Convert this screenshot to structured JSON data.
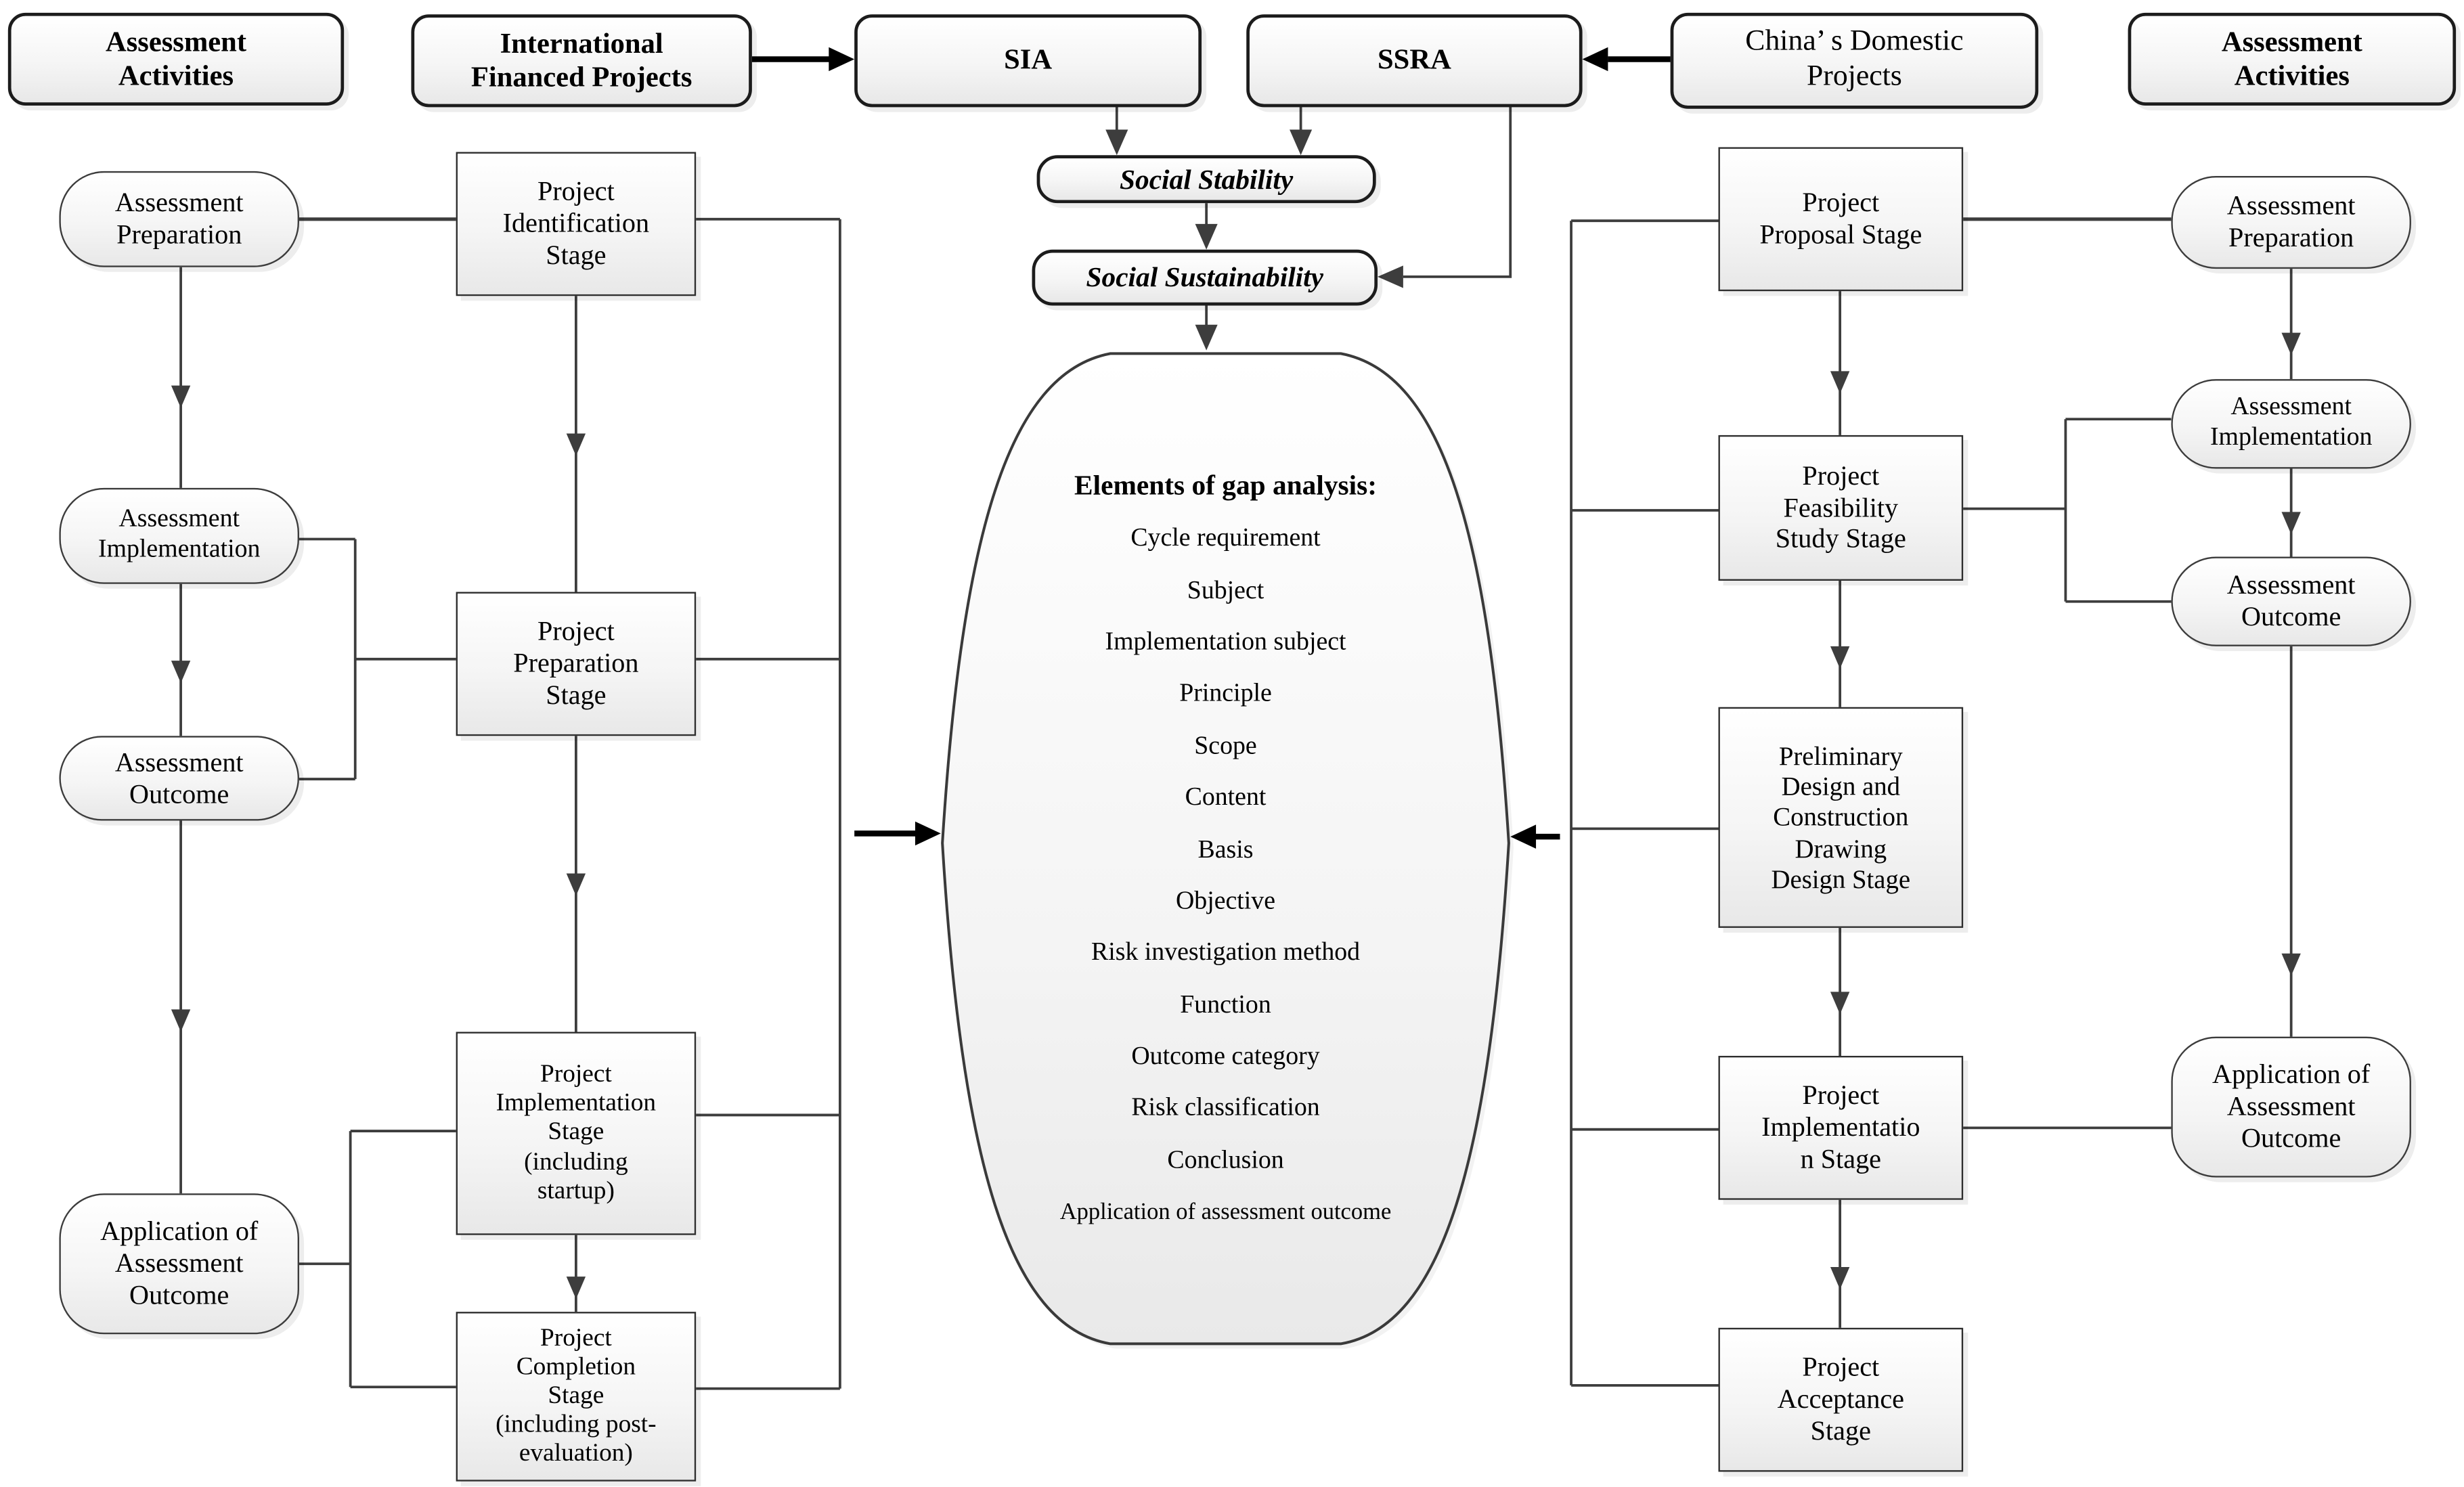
{
  "diagram": {
    "headers": {
      "assessment_activities_left": "Assessment\nActivities",
      "international_financed_projects": "International\nFinanced Projects",
      "sia": "SIA",
      "ssra": "SSRA",
      "chinas_domestic_projects": "China’ s Domestic\nProjects",
      "assessment_activities_right": "Assessment\nActivities"
    },
    "middle": {
      "social_stability": "Social Stability",
      "social_sustainability": "Social Sustainability"
    },
    "gap_analysis": {
      "title": "Elements of gap analysis:",
      "items": [
        "Cycle requirement",
        "Subject",
        "Implementation subject",
        "Principle",
        "Scope",
        "Content",
        "Basis",
        "Objective",
        "Risk investigation method",
        "Function",
        "Outcome category",
        "Risk classification",
        "Conclusion",
        "Application of assessment outcome"
      ]
    },
    "left_flow": {
      "activities": [
        "Assessment\nPreparation",
        "Assessment\nImplementation",
        "Assessment\nOutcome",
        "Application of\nAssessment\nOutcome"
      ],
      "stages": [
        "Project\nIdentification\nStage",
        "Project\nPreparation\nStage",
        "Project\nImplementation\nStage\n(including\nstartup)",
        "Project\nCompletion\nStage\n(including post-\nevaluation)"
      ]
    },
    "right_flow": {
      "stages": [
        "Project\nProposal Stage",
        "Project\nFeasibility\nStudy Stage",
        "Preliminary\nDesign and\nConstruction\nDrawing\nDesign Stage",
        "Project\nImplementatio\nn Stage",
        "Project\nAcceptance\nStage"
      ],
      "activities": [
        "Assessment\nPreparation",
        "Assessment\nImplementation",
        "Assessment\nOutcome",
        "Application of\nAssessment\nOutcome"
      ]
    },
    "colors": {
      "background": "#ffffff",
      "box_border": "#1c1c1c",
      "connector": "#3d3d3d",
      "thick_arrow": "#000000",
      "text": "#000000"
    }
  }
}
